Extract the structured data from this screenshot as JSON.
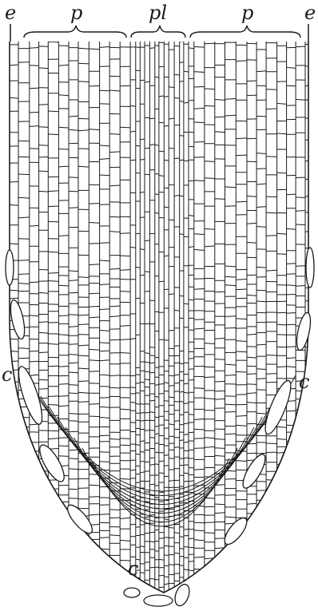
{
  "figure": {
    "labels": {
      "e_left": "e",
      "p_left": "p",
      "pl": "pl",
      "p_right": "p",
      "e_right": "e",
      "c_left": "c",
      "c_right": "c",
      "c_bottom": "c"
    },
    "colors": {
      "ink": "#1a1a1a",
      "background": "#ffffff"
    }
  }
}
